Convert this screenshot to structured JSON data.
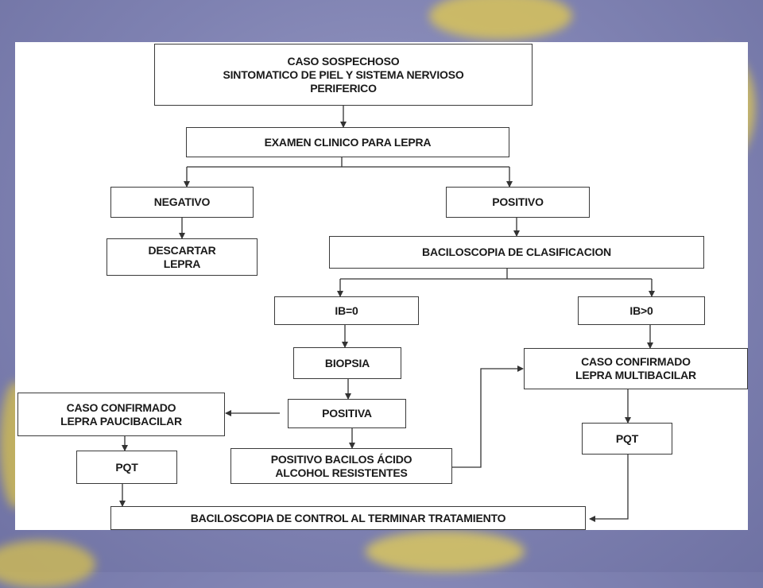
{
  "flowchart": {
    "caso_sospechoso": "CASO SOSPECHOSO\nSINTOMATICO DE PIEL Y SISTEMA NERVIOSO\nPERIFERICO",
    "examen_clinico": "EXAMEN CLINICO PARA LEPRA",
    "negativo": "NEGATIVO",
    "positivo": "POSITIVO",
    "descartar": "DESCARTAR\nLEPRA",
    "baciloscopia_clasificacion": "BACILOSCOPIA DE CLASIFICACION",
    "ib_cero": "IB=0",
    "ib_mayor": "IB>0",
    "biopsia": "BIOPSIA",
    "positiva": "POSITIVA",
    "positivo_bacilos": "POSITIVO BACILOS ÁCIDO\nALCOHOL RESISTENTES",
    "confirmado_paucibacilar": "CASO CONFIRMADO\nLEPRA PAUCIBACILAR",
    "confirmado_multibacilar": "CASO CONFIRMADO\nLEPRA MULTIBACILAR",
    "pqt_left": "PQT",
    "pqt_right": "PQT",
    "baciloscopia_control": "BACILOSCOPIA DE CONTROL AL TERMINAR TRATAMIENTO"
  }
}
